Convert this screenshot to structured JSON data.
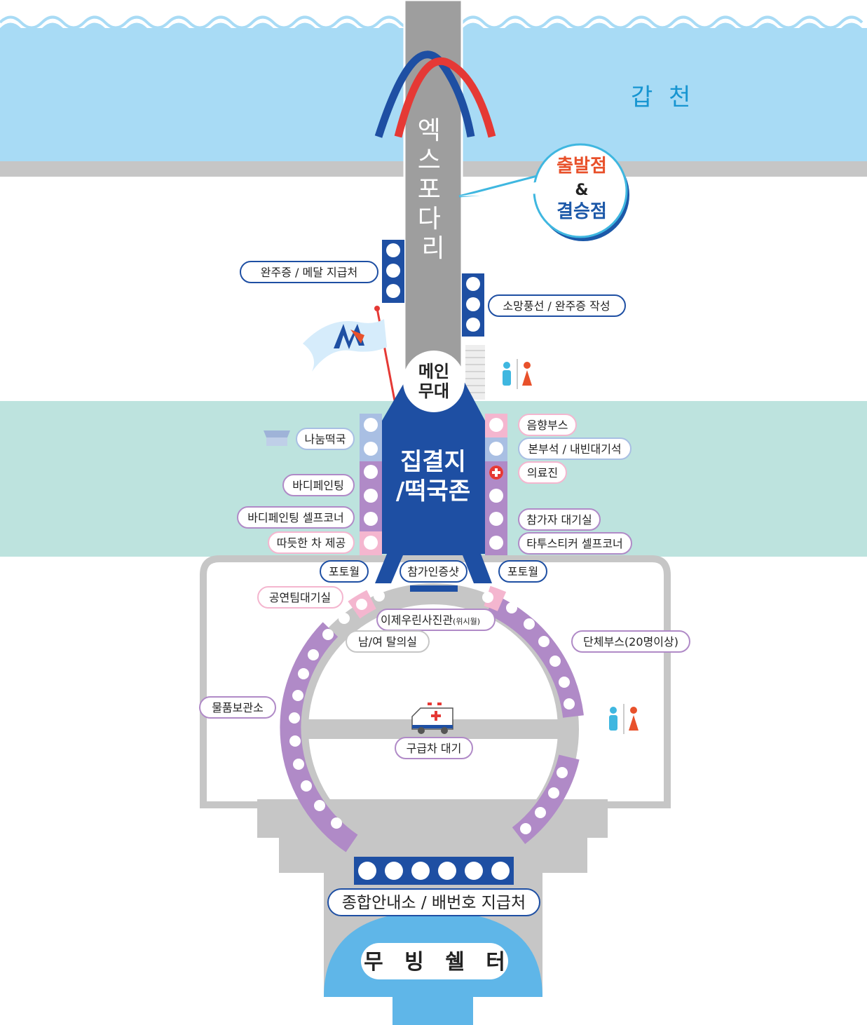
{
  "river": {
    "label": "갑 천"
  },
  "bridge": {
    "name": "엑스포다리"
  },
  "callout": {
    "start": "출발점",
    "amp": "&",
    "finish": "결승점"
  },
  "stage": {
    "line1": "메인",
    "line2": "무대"
  },
  "zone": {
    "line1": "집결지",
    "line2": "/떡국존"
  },
  "labels": {
    "medal": "완주증 / 메달 지급처",
    "balloon": "소망풍선 / 완주증 작성",
    "rice_cake": "나눔떡국",
    "sound": "음향부스",
    "hq": "본부석 / 내빈대기석",
    "medical": "의료진",
    "body_paint": "바디페인팅",
    "body_paint_self": "바디페인팅 셀프코너",
    "tea": "따듯한 차 제공",
    "waiting": "참가자 대기실",
    "tattoo": "타투스티커 셀프코너",
    "photo_wall_left": "포토월",
    "shot": "참가인증샷",
    "photo_wall_right": "포토월",
    "performer": "공연팀대기실",
    "photo_studio": "이제우린사진관",
    "photo_studio_sub": "(위시월)",
    "changing": "남/여 탈의실",
    "group": "단체부스(20명이상)",
    "storage": "물품보관소",
    "ambulance": "구급차 대기",
    "info": "종합안내소 / 배번호 지급처",
    "shelter": "무 빙 쉘 터"
  },
  "colors": {
    "river": "#a8dbf5",
    "zone_band": "#bde3de",
    "road": "#c6c6c6",
    "bridge": "#9e9e9e",
    "blue": "#1e4fa3",
    "purple": "#b08ac7",
    "pink": "#f4b6cf",
    "light_blue": "#a9bfe3",
    "red": "#e53935"
  },
  "icons": [
    "arch-icon",
    "flag-icon",
    "tent-icon",
    "medical-cross-icon",
    "restroom-icon",
    "ambulance-icon"
  ]
}
